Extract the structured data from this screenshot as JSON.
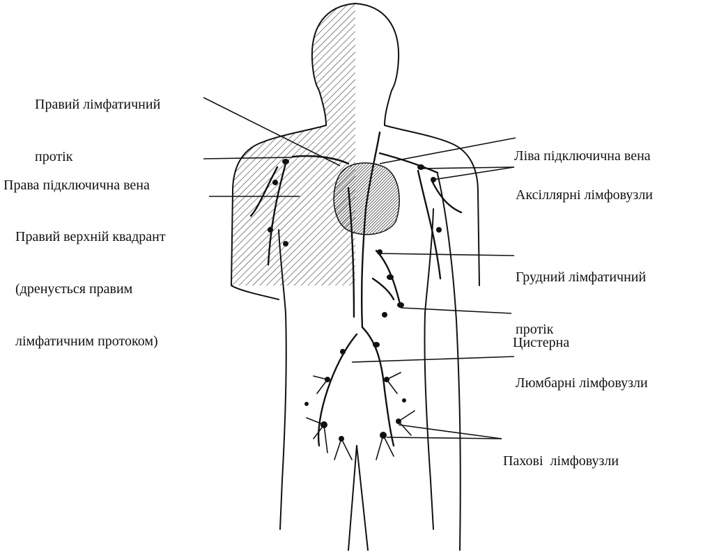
{
  "labels": {
    "right_lymphatic_duct": [
      "Правий лімфатичний",
      "протік"
    ],
    "right_subclavian_vein": "Права підключична вена",
    "right_upper_quadrant": [
      "Правий верхній квадрант",
      "(дренується правим",
      "лімфатичним протоком)"
    ],
    "left_subclavian_vein": "Ліва підключична вена",
    "axillary_nodes": "Аксіллярні лімфовузли",
    "thoracic_duct": [
      "Грудний лімфатичний",
      "протік"
    ],
    "cisterna": "Цистерна",
    "lumbar_nodes": "Люмбарні лімфовузли",
    "inguinal_nodes": "Пахові  лімфовузли"
  },
  "colors": {
    "ink": "#111111",
    "hatch": "#444444",
    "heart_fill": "#777777"
  }
}
